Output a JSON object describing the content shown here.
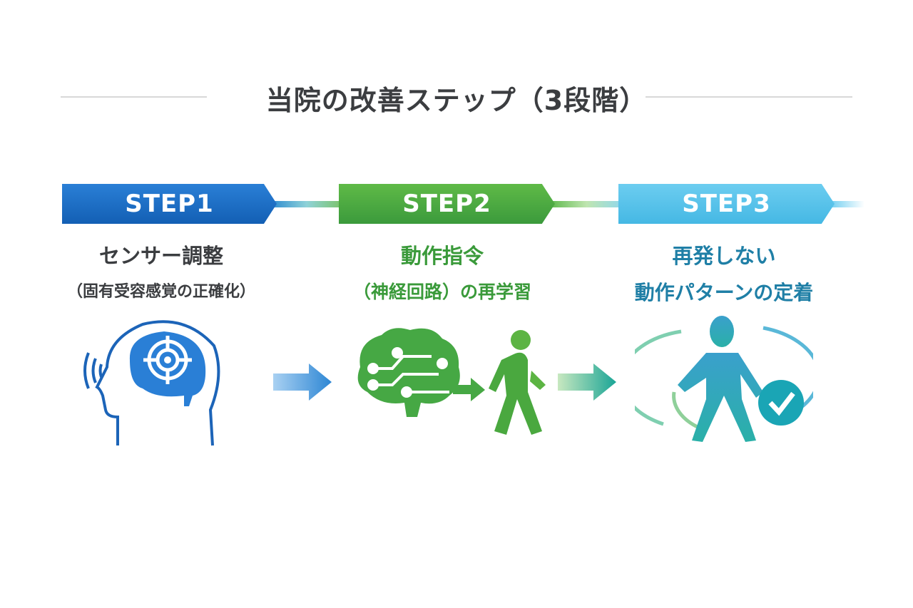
{
  "title": "当院の改善ステップ（3段階）",
  "steps": [
    {
      "label": "STEP1",
      "heading": "センサー調整",
      "subheading": "（固有受容感覚の正確化）",
      "color": "#1a6cc6"
    },
    {
      "label": "STEP2",
      "heading": "動作指令",
      "subheading": "（神経回路）の再学習",
      "color": "#3f9e3f"
    },
    {
      "label": "STEP3",
      "heading": "再発しない",
      "subheading": "動作パターンの定着",
      "color": "#1f7fa6"
    }
  ]
}
